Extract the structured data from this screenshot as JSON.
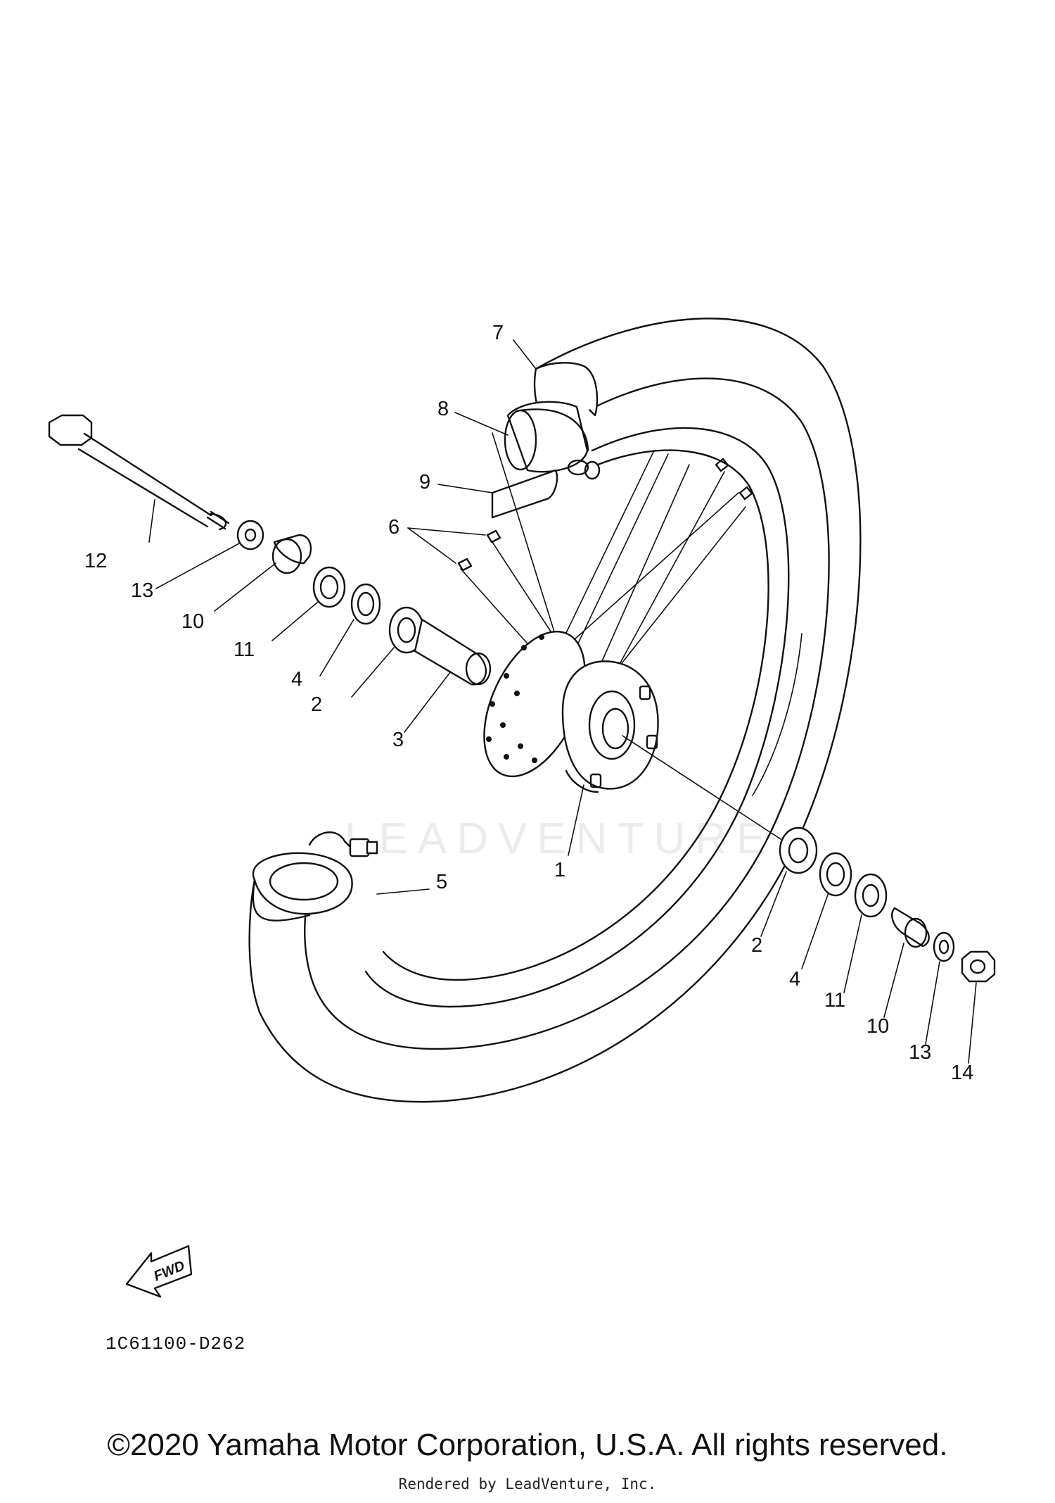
{
  "diagram": {
    "watermark": "LEADVENTURE",
    "callouts": {
      "c1": "1",
      "c2a": "2",
      "c2b": "2",
      "c3": "3",
      "c4a": "4",
      "c4b": "4",
      "c5": "5",
      "c6": "6",
      "c7": "7",
      "c8": "8",
      "c9": "9",
      "c10a": "10",
      "c10b": "10",
      "c11a": "11",
      "c11b": "11",
      "c12": "12",
      "c13a": "13",
      "c13b": "13",
      "c14": "14"
    },
    "fwd_label": "FWD",
    "diagram_code": "1C61100-D262"
  },
  "footer": {
    "copyright": "©2020 Yamaha Motor Corporation, U.S.A. All rights reserved.",
    "rendered_by": "Rendered by LeadVenture, Inc."
  }
}
